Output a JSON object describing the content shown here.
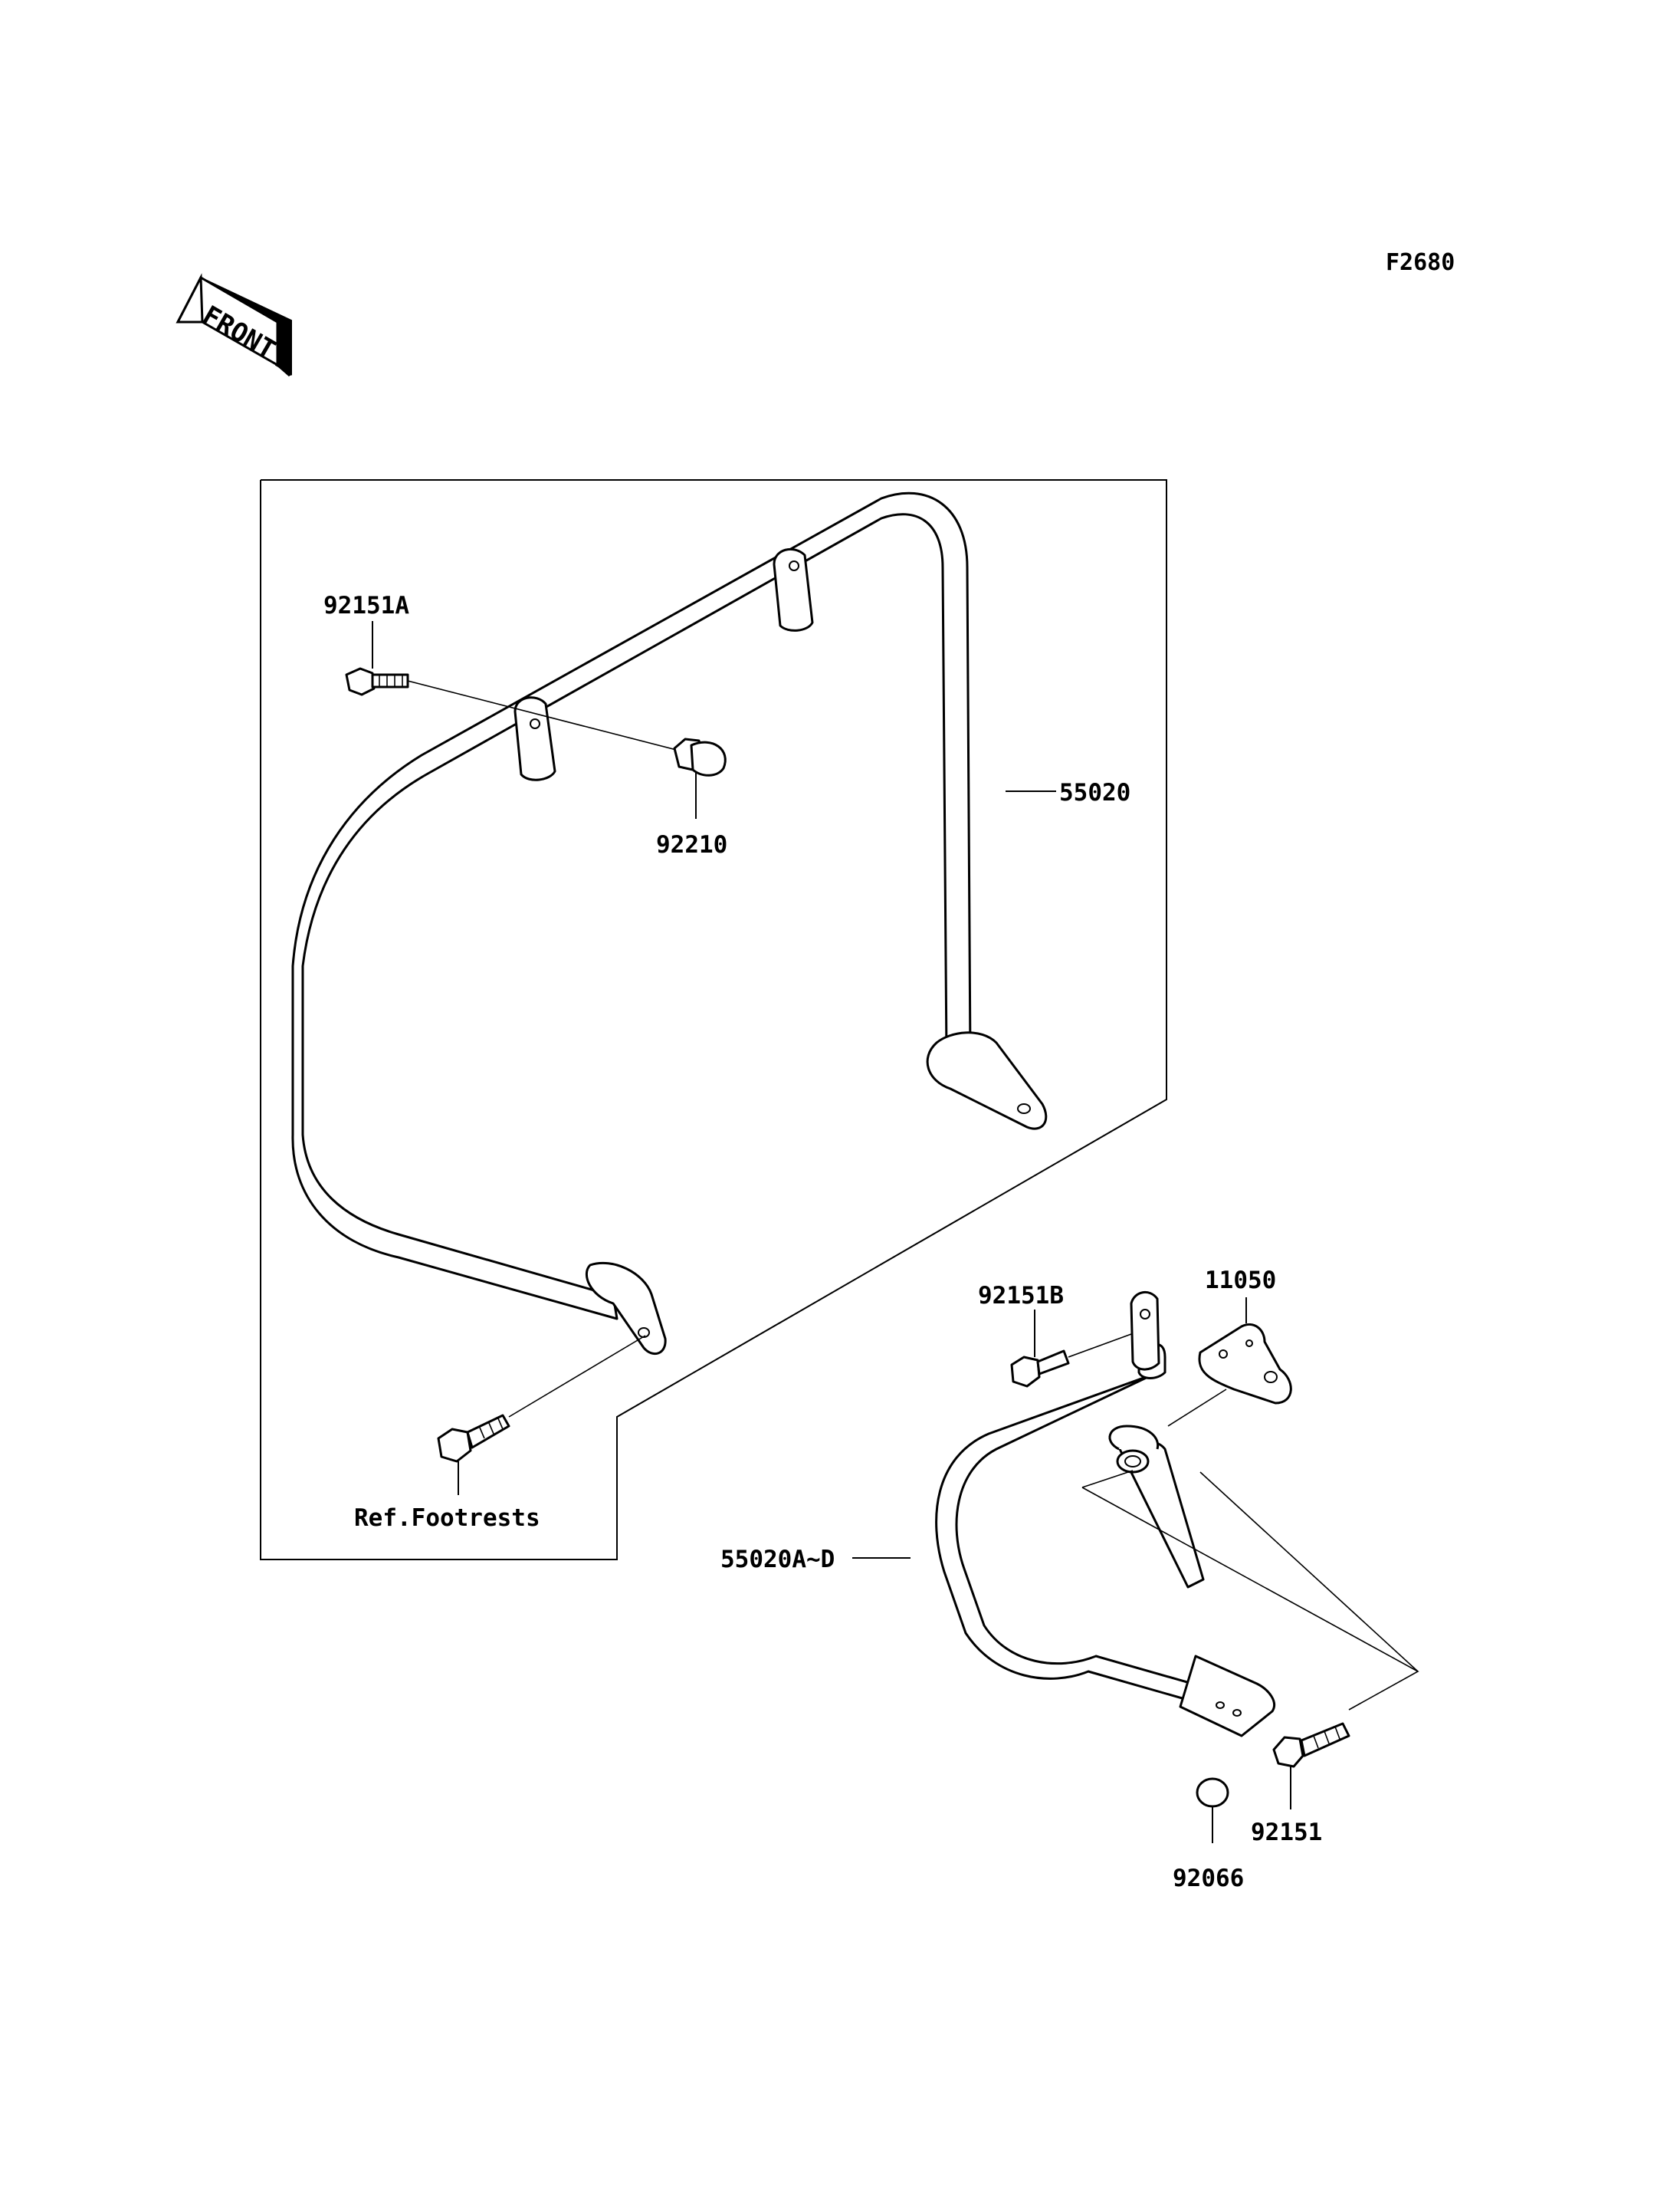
{
  "figure_code": "F2680",
  "front_label": "FRONT",
  "callouts": {
    "bolt_92151A": "92151A",
    "cap_nut": "92210",
    "guard_front": "55020",
    "ref_footrests": "Ref.Footrests",
    "bracket_11050": "11050",
    "bolt_92151B": "92151B",
    "guard_rear": "55020A~D",
    "bolt_92151": "92151",
    "cap_92066": "92066"
  }
}
